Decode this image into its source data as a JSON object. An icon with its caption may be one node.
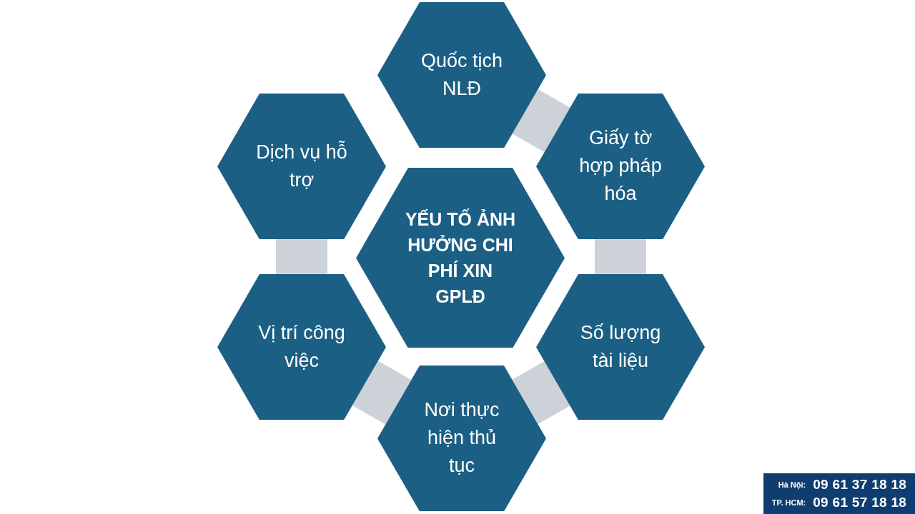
{
  "diagram": {
    "nodes": [
      {
        "text": [
          "Quốc tịch NLĐ"
        ]
      },
      {
        "text": [
          "Dịch vụ hỗ trợ"
        ]
      },
      {
        "text": [
          "Giấy tờ hợp pháp hóa"
        ]
      },
      {
        "text": [
          "YẾU TỐ ẢNH HƯỞNG CHI PHÍ XIN GPLĐ"
        ]
      },
      {
        "text": [
          "Vị trí công việc"
        ]
      },
      {
        "text": [
          "Số lượng tài liệu"
        ]
      },
      {
        "text": [
          "Nơi thực hiện thủ tục"
        ]
      }
    ],
    "edges": [
      {
        "from": 0,
        "to": 2,
        "arrow": "none",
        "style": "thick"
      },
      {
        "from": 2,
        "to": 5,
        "arrow": "none",
        "style": "thick"
      },
      {
        "from": 5,
        "to": 6,
        "arrow": "none",
        "style": "thick"
      },
      {
        "from": 6,
        "to": 4,
        "arrow": "none",
        "style": "thick"
      },
      {
        "from": 4,
        "to": 1,
        "arrow": "none",
        "style": "thick"
      }
    ],
    "labels": [
      "Hà Nội:",
      "09 61 37 18 18",
      "TP. HCM:",
      "09 61 57 18 18"
    ]
  }
}
